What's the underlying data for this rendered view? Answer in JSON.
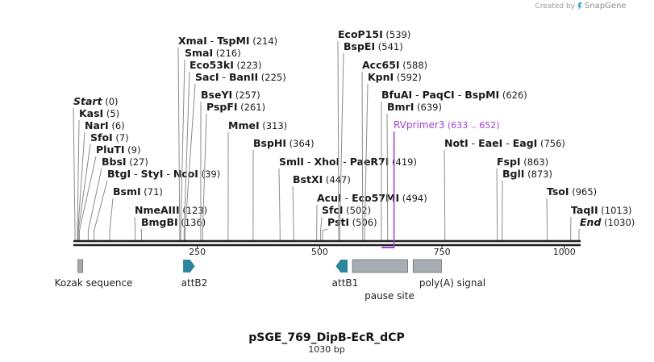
{
  "credit": {
    "prefix": "Created by",
    "brand": "SnapGene",
    "logo_icon": "snapgene-logo-icon"
  },
  "plasmid": {
    "name": "pSGE_769_DipB-EcR_dCP",
    "size_label": "1030 bp",
    "length": 1030
  },
  "axis": {
    "ticks": [
      250,
      500,
      750,
      1000
    ]
  },
  "sites": [
    {
      "names": [
        "Start"
      ],
      "pos": "(0)",
      "bp": 0,
      "italic": true
    },
    {
      "names": [
        "KasI"
      ],
      "pos": "(5)",
      "bp": 5
    },
    {
      "names": [
        "NarI"
      ],
      "pos": "(6)",
      "bp": 6
    },
    {
      "names": [
        "SfoI"
      ],
      "pos": "(7)",
      "bp": 7
    },
    {
      "names": [
        "PluTI"
      ],
      "pos": "(9)",
      "bp": 9
    },
    {
      "names": [
        "BbsI"
      ],
      "pos": "(27)",
      "bp": 27
    },
    {
      "names": [
        "BtgI",
        "StyI",
        "NcoI"
      ],
      "pos": "(39)",
      "bp": 39
    },
    {
      "names": [
        "BsmI"
      ],
      "pos": "(71)",
      "bp": 71
    },
    {
      "names": [
        "NmeAIII"
      ],
      "pos": "(123)",
      "bp": 123
    },
    {
      "names": [
        "BmgBI"
      ],
      "pos": "(136)",
      "bp": 136
    },
    {
      "names": [
        "XmaI",
        "TspMI"
      ],
      "pos": "(214)",
      "bp": 214
    },
    {
      "names": [
        "SmaI"
      ],
      "pos": "(216)",
      "bp": 216
    },
    {
      "names": [
        "Eco53kI"
      ],
      "pos": "(223)",
      "bp": 223
    },
    {
      "names": [
        "SacI",
        "BanII"
      ],
      "pos": "(225)",
      "bp": 225
    },
    {
      "names": [
        "BseYI"
      ],
      "pos": "(257)",
      "bp": 257
    },
    {
      "names": [
        "PspFI"
      ],
      "pos": "(261)",
      "bp": 261
    },
    {
      "names": [
        "MmeI"
      ],
      "pos": "(313)",
      "bp": 313
    },
    {
      "names": [
        "BspHI"
      ],
      "pos": "(364)",
      "bp": 364
    },
    {
      "names": [
        "SmlI",
        "XhoI",
        "PaeR7I"
      ],
      "pos": "(419)",
      "bp": 419
    },
    {
      "names": [
        "BstXI"
      ],
      "pos": "(447)",
      "bp": 447
    },
    {
      "names": [
        "AcuI",
        "Eco57MI"
      ],
      "pos": "(494)",
      "bp": 494
    },
    {
      "names": [
        "SfcI"
      ],
      "pos": "(502)",
      "bp": 502
    },
    {
      "names": [
        "PstI"
      ],
      "pos": "(506)",
      "bp": 506
    },
    {
      "names": [
        "EcoP15I"
      ],
      "pos": "(539)",
      "bp": 539
    },
    {
      "names": [
        "BspEI"
      ],
      "pos": "(541)",
      "bp": 541
    },
    {
      "names": [
        "Acc65I"
      ],
      "pos": "(588)",
      "bp": 588
    },
    {
      "names": [
        "KpnI"
      ],
      "pos": "(592)",
      "bp": 592
    },
    {
      "names": [
        "BfuAI",
        "PaqCI",
        "BspMI"
      ],
      "pos": "(626)",
      "bp": 626
    },
    {
      "names": [
        "BmrI"
      ],
      "pos": "(639)",
      "bp": 639
    },
    {
      "names": [
        "NotI",
        "EaeI",
        "EagI"
      ],
      "pos": "(756)",
      "bp": 756
    },
    {
      "names": [
        "FspI"
      ],
      "pos": "(863)",
      "bp": 863
    },
    {
      "names": [
        "BglI"
      ],
      "pos": "(873)",
      "bp": 873
    },
    {
      "names": [
        "TsoI"
      ],
      "pos": "(965)",
      "bp": 965
    },
    {
      "names": [
        "TaqII"
      ],
      "pos": "(1013)",
      "bp": 1013
    },
    {
      "names": [
        "End"
      ],
      "pos": "(1030)",
      "bp": 1030,
      "italic": true
    }
  ],
  "primer": {
    "name": "RVprimer3",
    "range": "(633 .. 652)",
    "start": 633,
    "end": 652,
    "color": "#a23fd6"
  },
  "features": [
    {
      "label": "Kozak sequence",
      "start": 6,
      "end": 14,
      "shape": "box",
      "color": "#a8a8a8"
    },
    {
      "label": "attB2",
      "start": 221,
      "end": 245,
      "shape": "arrow-right",
      "color": "#2e85a0"
    },
    {
      "label": "attB1",
      "start": 533,
      "end": 557,
      "shape": "arrow-left",
      "color": "#2e85a0"
    },
    {
      "label": "pause site",
      "start": 567,
      "end": 680,
      "shape": "box",
      "color": "#a8adb3"
    },
    {
      "label": "poly(A) signal",
      "start": 691,
      "end": 749,
      "shape": "box",
      "color": "#a8adb3"
    }
  ]
}
